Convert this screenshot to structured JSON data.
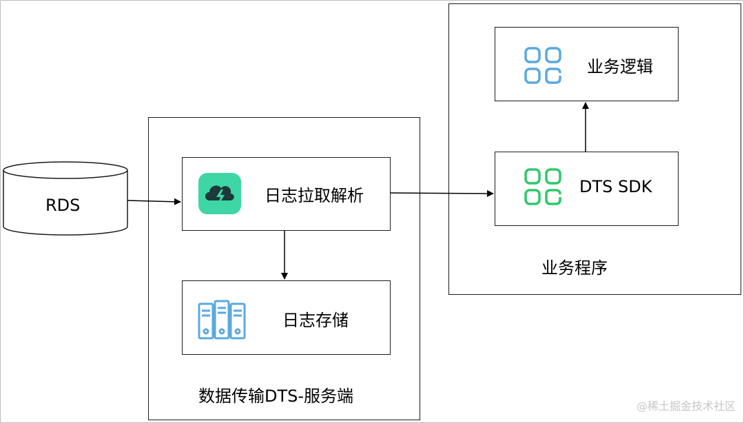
{
  "nodes": {
    "rds": {
      "label": "RDS"
    },
    "log_pull": {
      "label": "日志拉取解析",
      "icon": "cloud-lightning-icon"
    },
    "log_store": {
      "label": "日志存储",
      "icon": "server-storage-icon"
    },
    "biz_logic": {
      "label": "业务逻辑",
      "icon": "grid-apps-icon"
    },
    "dts_sdk": {
      "label": "DTS SDK",
      "icon": "grid-apps-icon"
    }
  },
  "groups": {
    "dts_server": {
      "label": "数据传输DTS-服务端"
    },
    "biz_program": {
      "label": "业务程序"
    }
  },
  "edges": [
    {
      "from": "RDS",
      "to": "日志拉取解析"
    },
    {
      "from": "日志拉取解析",
      "to": "日志存储"
    },
    {
      "from": "日志拉取解析",
      "to": "DTS SDK"
    },
    {
      "from": "DTS SDK",
      "to": "业务逻辑"
    }
  ],
  "colors": {
    "blue_icon": "#5aa9e0",
    "green_icon": "#2ec86a",
    "cloud_bg": "#3fd6a6",
    "cloud_dark": "#1d3a3a"
  },
  "watermark": "@稀土掘金技术社区"
}
